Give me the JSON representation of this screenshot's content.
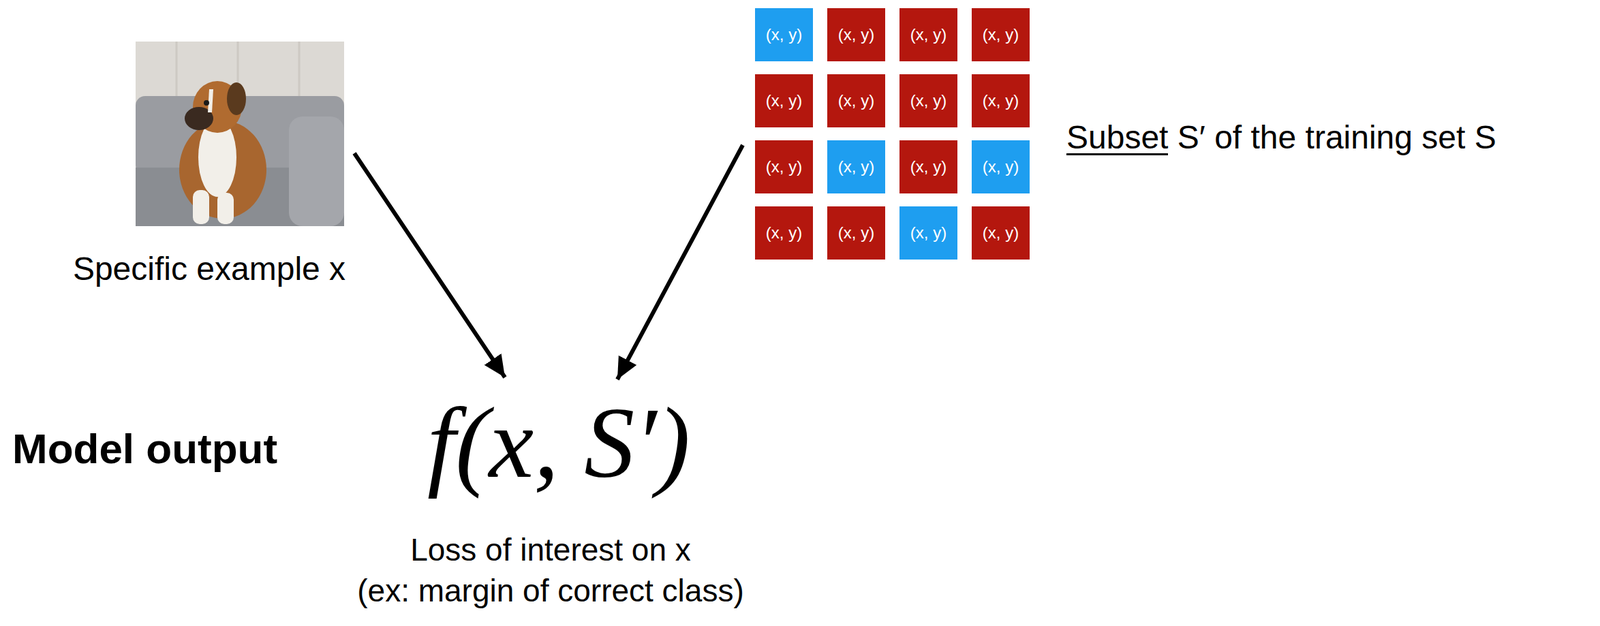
{
  "diagram": {
    "nodes": [
      {
        "text": [
          "(x, y)"
        ]
      },
      {
        "text": [
          "(x, y)"
        ]
      },
      {
        "text": [
          "(x, y)"
        ]
      },
      {
        "text": [
          "(x, y)"
        ]
      },
      {
        "text": [
          "(x, y)"
        ]
      },
      {
        "text": [
          "(x, y)"
        ]
      },
      {
        "text": [
          "(x, y)"
        ]
      },
      {
        "text": [
          "(x, y)"
        ]
      },
      {
        "text": [
          "(x, y)"
        ]
      },
      {
        "text": [
          "(x, y)"
        ]
      },
      {
        "text": [
          "(x, y)"
        ]
      },
      {
        "text": [
          "(x, y)"
        ]
      },
      {
        "text": [
          "(x, y)"
        ]
      },
      {
        "text": [
          "(x, y)"
        ]
      },
      {
        "text": [
          "(x, y)"
        ]
      },
      {
        "text": [
          "(x, y)"
        ]
      }
    ],
    "labels": [
      "Specific example x",
      "Subset S′ of the training set S",
      "Model output",
      "f(x, S′)",
      "Loss of interest on x",
      "(ex: margin of correct class)"
    ]
  }
}
